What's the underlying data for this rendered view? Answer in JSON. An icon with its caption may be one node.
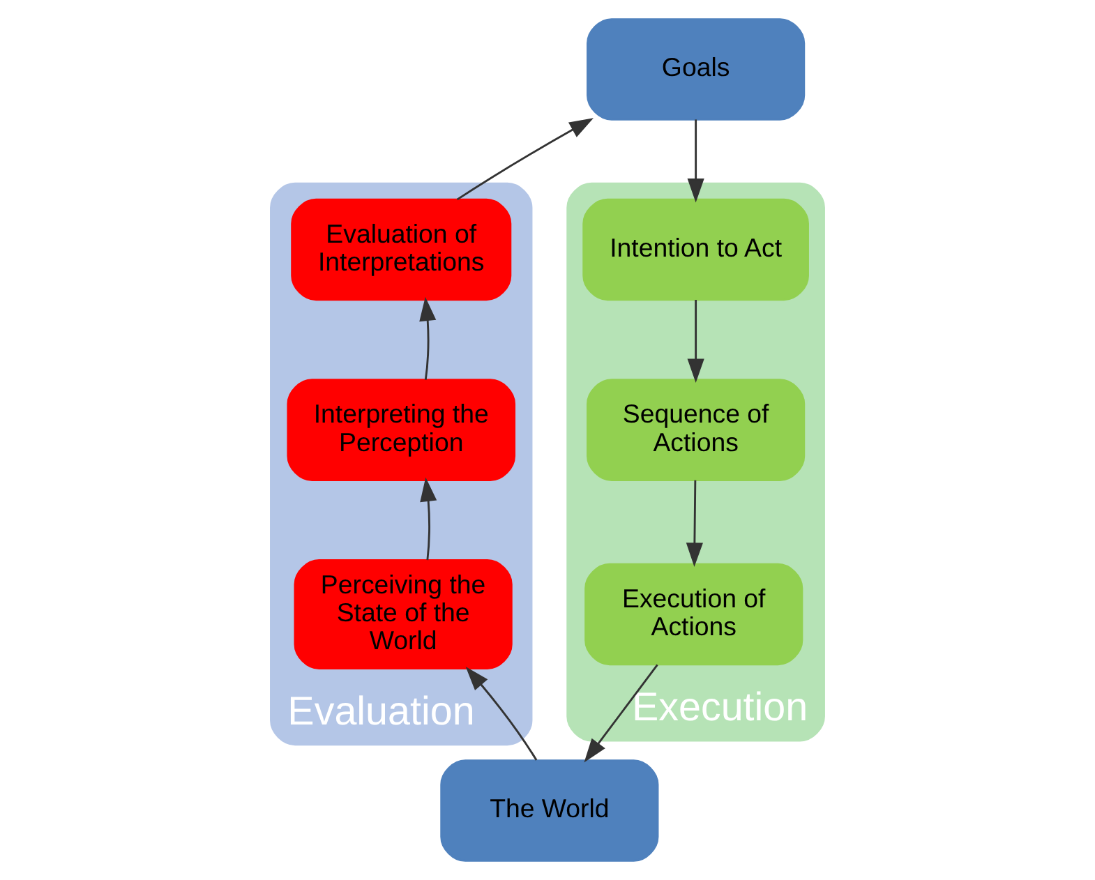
{
  "diagram": {
    "nodes": [
      {
        "text": [
          "Goals"
        ]
      },
      {
        "text": [
          "Evaluation"
        ]
      },
      {
        "text": [
          "Evaluation of Interpretations"
        ],
        "in": 1
      },
      {
        "text": [
          "Interpreting the Perception"
        ],
        "in": 1
      },
      {
        "text": [
          "Perceiving the State of the World"
        ],
        "in": 1
      },
      {
        "text": [
          "Execution"
        ]
      },
      {
        "text": [
          "Intention to Act"
        ],
        "in": 5
      },
      {
        "text": [
          "Sequence of Actions"
        ],
        "in": 5
      },
      {
        "text": [
          "Execution of Actions"
        ],
        "in": 5
      },
      {
        "text": [
          "The World"
        ]
      }
    ],
    "edges": [
      {
        "from": 2,
        "to": 0,
        "arrow": "to"
      },
      {
        "from": 0,
        "to": 6,
        "arrow": "to"
      },
      {
        "from": 6,
        "to": 7,
        "arrow": "to"
      },
      {
        "from": 7,
        "to": 8,
        "arrow": "to"
      },
      {
        "from": 8,
        "to": 9,
        "arrow": "to"
      },
      {
        "from": 9,
        "to": 4,
        "arrow": "to"
      },
      {
        "from": 4,
        "to": 3,
        "arrow": "to"
      },
      {
        "from": 3,
        "to": 2,
        "arrow": "to"
      }
    ]
  }
}
